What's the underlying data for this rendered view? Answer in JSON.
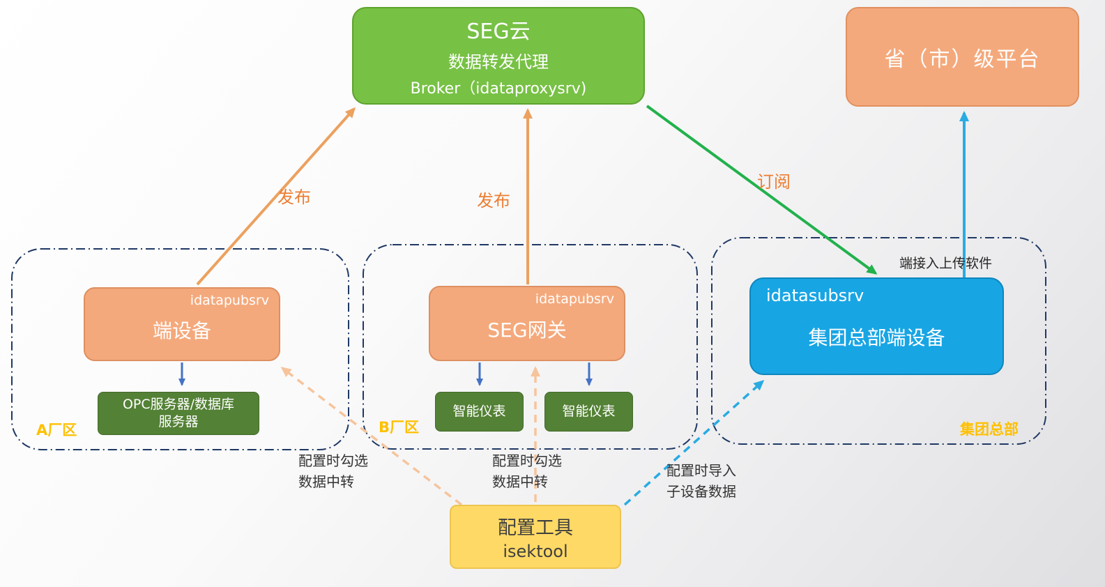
{
  "diagram": {
    "seg_cloud": {
      "title": "SEG云",
      "subtitle": "数据转发代理",
      "broker": "Broker（idataproxysrv)"
    },
    "province_platform": {
      "label": "省（市）级平台"
    },
    "zone_a": {
      "label": "A厂区",
      "edge_device": {
        "tag": "idatapubsrv",
        "label": "端设备"
      },
      "opc_server": {
        "line1": "OPC服务器/数据库",
        "line2": "服务器"
      }
    },
    "zone_b": {
      "label": "B厂区",
      "gateway": {
        "tag": "idatapubsrv",
        "label": "SEG网关"
      },
      "meter1": {
        "label": "智能仪表"
      },
      "meter2": {
        "label": "智能仪表"
      }
    },
    "zone_hq": {
      "label": "集团总部",
      "hq_device": {
        "tag": "idatasubsrv",
        "label": "集团总部端设备"
      },
      "upload_note": "端接入上传软件"
    },
    "config_tool": {
      "title": "配置工具",
      "subtitle": "isektool"
    },
    "edges": {
      "publish_a": "发布",
      "publish_b": "发布",
      "subscribe": "订阅",
      "hint_a": {
        "line1": "配置时勾选",
        "line2": "数据中转"
      },
      "hint_b": {
        "line1": "配置时勾选",
        "line2": "数据中转"
      },
      "hint_hq": {
        "line1": "配置时导入",
        "line2": "子设备数据"
      }
    },
    "colors": {
      "cloud_green": "#77C145",
      "salmon": "#F4A97C",
      "dark_green": "#538135",
      "hq_blue": "#18A5E4",
      "tool_yellow": "#FFD966",
      "zone_border_navy": "#1F3864",
      "edge_label_orange": "#ED7D31",
      "zone_label_yellow": "#FFC000",
      "arrow_orange": "#ECA15F",
      "arrow_green": "#22B14C",
      "arrow_cyan": "#29ABE2",
      "arrow_blue": "#4472C4",
      "arrow_peach": "#F6C49C"
    }
  }
}
